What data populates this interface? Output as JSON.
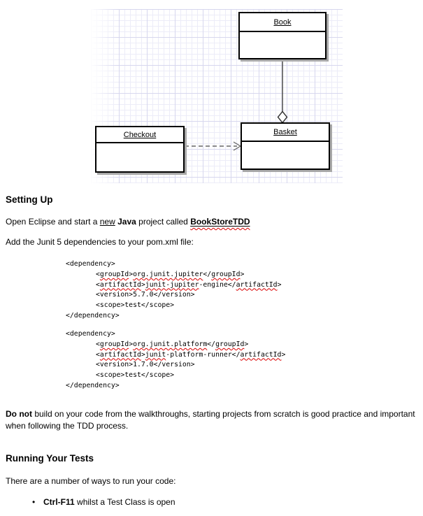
{
  "diagram": {
    "classes": [
      {
        "name": "Book"
      },
      {
        "name": "Basket"
      },
      {
        "name": "Checkout"
      }
    ],
    "relationships": [
      {
        "type": "aggregation",
        "from": "Book",
        "to": "Basket"
      },
      {
        "type": "dependency-dashed-arrow",
        "from": "Checkout",
        "to": "Basket"
      }
    ]
  },
  "headings": {
    "setting_up": "Setting Up",
    "running_tests": "Running Your Tests"
  },
  "paragraphs": {
    "intro": {
      "seg_open": "Open Eclipse and start a ",
      "seg_new": "new",
      "seg_space": " ",
      "seg_java": "Java",
      "seg_called": " project called ",
      "seg_project": "BookStoreTDD"
    },
    "add_junit": "Add the Junit 5 dependencies to your pom.xml file:",
    "do_not": {
      "seg_bold": "Do not",
      "seg_rest": " build on your code from the walkthroughs, starting projects from scratch is good practice and important when following the TDD process."
    },
    "ways": "There are a number of ways to run your code:"
  },
  "bullet": {
    "glyph": "•",
    "seg_key": "Ctrl-F11",
    "seg_rest": " whilst a Test Class is open"
  },
  "code_blocks": [
    {
      "lines": [
        {
          "tokens": [
            {
              "text": "<dependency>"
            }
          ]
        },
        {
          "tokens": [
            {
              "text": "<"
            },
            {
              "text": "groupId",
              "sq": true
            },
            {
              "text": ">"
            },
            {
              "text": "org.junit.jupiter",
              "sq": true
            },
            {
              "text": "</"
            },
            {
              "text": "groupId",
              "sq": true
            },
            {
              "text": ">"
            }
          ]
        },
        {
          "tokens": [
            {
              "text": "<"
            },
            {
              "text": "artifactId",
              "sq": true
            },
            {
              "text": ">"
            },
            {
              "text": "junit-jupiter",
              "sq": true
            },
            {
              "text": "-engine"
            },
            {
              "text": "</"
            },
            {
              "text": "artifactId",
              "sq": true
            },
            {
              "text": ">"
            }
          ]
        },
        {
          "tokens": [
            {
              "text": "<version>5.7.0</version>"
            }
          ]
        },
        {
          "tokens": [
            {
              "text": "<scope>test</scope>"
            }
          ]
        },
        {
          "tokens": [
            {
              "text": "</dependency>"
            }
          ]
        }
      ]
    },
    {
      "lines": [
        {
          "tokens": [
            {
              "text": "<dependency>"
            }
          ]
        },
        {
          "tokens": [
            {
              "text": "<"
            },
            {
              "text": "groupId",
              "sq": true
            },
            {
              "text": ">"
            },
            {
              "text": "org.junit.platform",
              "sq": true
            },
            {
              "text": "</"
            },
            {
              "text": "groupId",
              "sq": true
            },
            {
              "text": ">"
            }
          ]
        },
        {
          "tokens": [
            {
              "text": "<"
            },
            {
              "text": "artifactId",
              "sq": true
            },
            {
              "text": ">"
            },
            {
              "text": "junit",
              "sq": true
            },
            {
              "text": "-platform-runner"
            },
            {
              "text": "</"
            },
            {
              "text": "artifactId",
              "sq": true
            },
            {
              "text": ">"
            }
          ]
        },
        {
          "tokens": [
            {
              "text": "<version>1.7.0</version>"
            }
          ]
        },
        {
          "tokens": [
            {
              "text": "<scope>test</scope>"
            }
          ]
        },
        {
          "tokens": [
            {
              "text": "</dependency>"
            }
          ]
        }
      ]
    }
  ],
  "colors": {
    "squiggle_red": "#d90000",
    "grid_major": "#d7d7ee",
    "grid_minor": "#ececf8",
    "box_shadow": "#a8a8a8"
  }
}
